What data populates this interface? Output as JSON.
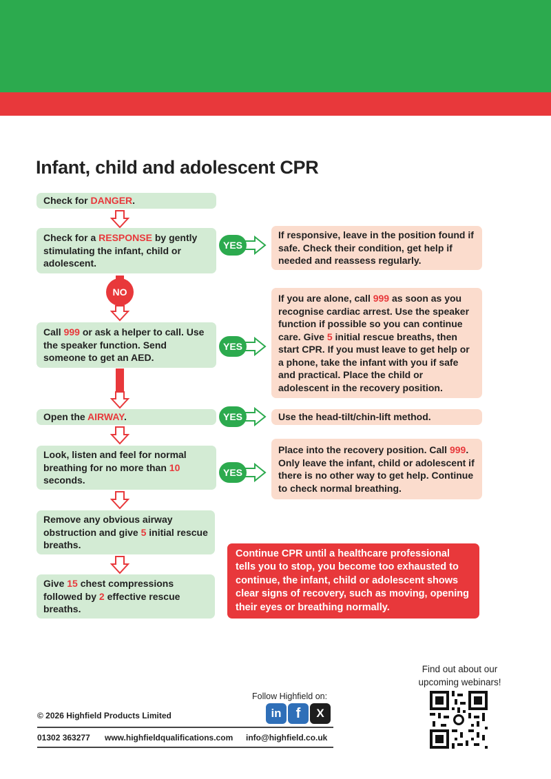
{
  "title": "Infant, child and adolescent CPR",
  "steps": {
    "danger": {
      "pre": "Check for ",
      "hl": "DANGER",
      "post": "."
    },
    "response": {
      "pre": "Check for a ",
      "hl": "RESPONSE",
      "post": " by gently stimulating the infant, child or adolescent."
    },
    "call": {
      "pre": "Call ",
      "hl": "999",
      "post": " or ask a helper to call. Use the speaker function. Send someone to get an AED."
    },
    "airway": {
      "pre": "Open the ",
      "hl": "AIRWAY",
      "post": "."
    },
    "breathing": {
      "pre": "Look, listen and feel for normal breathing for no more than ",
      "hl": "10",
      "post": " seconds."
    },
    "obstruction": {
      "pre": "Remove any obvious airway obstruction and give ",
      "hl": "5",
      "post": " initial rescue breaths."
    },
    "compressions": {
      "pre": "Give ",
      "hl1": "15",
      "mid": " chest compressions followed by ",
      "hl2": "2",
      "post": " effective rescue breaths."
    }
  },
  "outcomes": {
    "responsive": "If responsive, leave in the position found if safe. Check their condition, get help if needed and reassess regularly.",
    "alone": {
      "pre": "If you are alone, call ",
      "hl1": "999",
      "mid": " as soon as you recognise cardiac arrest. Use the speaker function if possible so you can continue care. Give ",
      "hl2": "5",
      "post": " initial rescue breaths, then start CPR. If you must leave to get help or a phone, take the infant with you if safe and practical. Place the child or adolescent in the recovery position."
    },
    "headtilt": "Use the head-tilt/chin-lift method.",
    "recovery": {
      "pre": "Place into the recovery position. Call ",
      "hl": "999",
      "post": ". Only leave the infant, child or adolescent if there is no other way to get help. Continue to check normal breathing."
    }
  },
  "continue_cpr": "Continue CPR until a healthcare professional tells you to stop, you become too exhausted to continue, the infant, child or adolescent shows clear signs of recovery, such as moving, opening their eyes or breathing normally.",
  "labels": {
    "yes": "YES",
    "no": "NO"
  },
  "footer": {
    "copyright": "© 2026 Highfield Products Limited",
    "phone": "01302 363277",
    "website": "www.highfieldqualifications.com",
    "email": "info@highfield.co.uk",
    "follow": "Follow Highfield on:",
    "webinar": "Find out about our upcoming webinars!"
  },
  "social": [
    {
      "name": "linkedin",
      "glyph": "in",
      "color": "#2f6fb8"
    },
    {
      "name": "facebook",
      "glyph": "f",
      "color": "#2f6fb8"
    },
    {
      "name": "x",
      "glyph": "X",
      "color": "#1e1e1e"
    }
  ],
  "colors": {
    "green": "#2caa4e",
    "red": "#e8383b",
    "green_box": "#d3ebd4",
    "peach_box": "#fbdccd"
  }
}
